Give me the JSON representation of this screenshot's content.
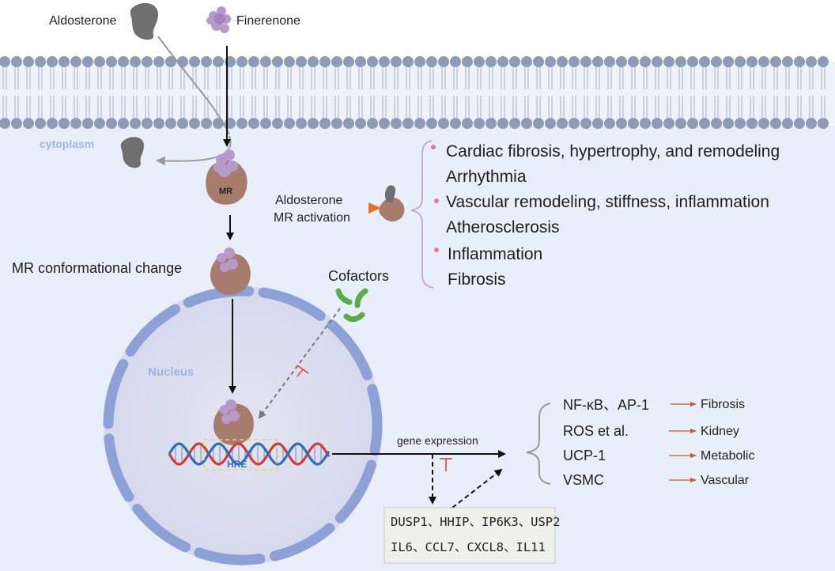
{
  "ligands": {
    "aldosterone": "Aldosterone",
    "finerenone": "Finerenone"
  },
  "regions": {
    "cytoplasm": "cytoplasm",
    "nucleus": "Nucleus"
  },
  "receptor": {
    "mr": "MR",
    "conformational_change": "MR conformational change",
    "hre": "HRE"
  },
  "activation": {
    "line1": "Aldosterone",
    "line2": "MR activation"
  },
  "effects": [
    "Cardiac fibrosis, hypertrophy, and remodeling",
    "Arrhythmia",
    "Vascular remodeling, stiffness, inflammation",
    "Atherosclerosis",
    "Inflammation",
    "Fibrosis"
  ],
  "cofactors": "Cofactors",
  "gene_expression": "gene expression",
  "genes_box": {
    "line1": "DUSP1、HHIP、IP6K3、USP2",
    "line2": "IL6、CCL7、CXCL8、IL11"
  },
  "targets": [
    {
      "factor": "NF-κB、AP-1",
      "outcome": "Fibrosis"
    },
    {
      "factor": "ROS et al.",
      "outcome": "Kidney"
    },
    {
      "factor": "UCP-1",
      "outcome": "Metabolic"
    },
    {
      "factor": "VSMC",
      "outcome": "Vascular"
    }
  ],
  "colors": {
    "cytoplasm_bg": "#e9eefb",
    "membrane_head": "#8e9bb4",
    "nucleus_fill": "#d9dcee",
    "envelope": "#8ea1d6",
    "mr_brown": "#a87c6c",
    "finerenone_purple": "#b899cc",
    "aldosterone_gray": "#6f6f6f",
    "cofactor_green": "#5aad46",
    "activation_orange": "#e8731e",
    "bullet_pink": "#e4769d",
    "inhibit_red": "#e0413c",
    "dna_red": "#d43a3a",
    "dna_blue": "#2e6fb5"
  }
}
